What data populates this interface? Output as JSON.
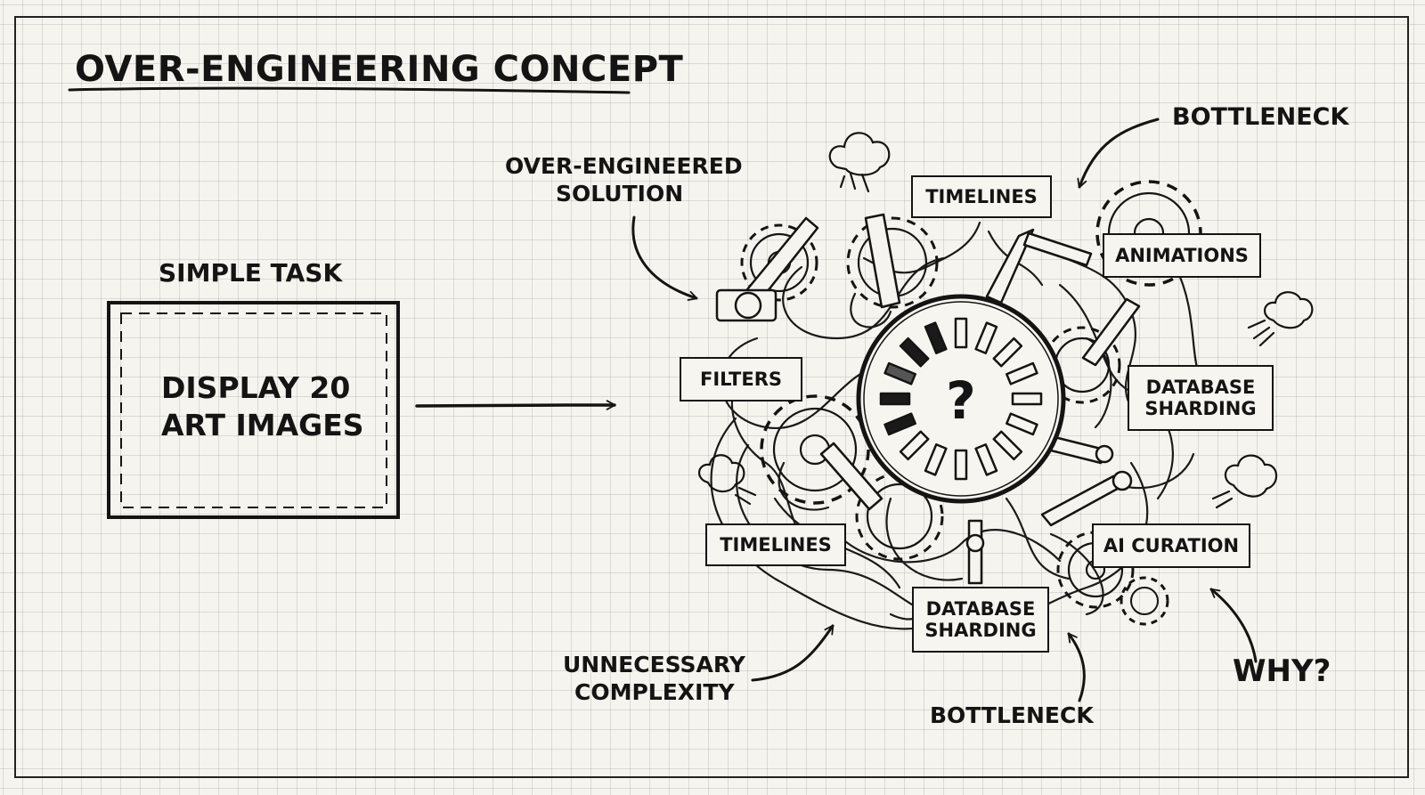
{
  "title": "OVER-ENGINEERING CONCEPT",
  "simple_task": {
    "heading": "SIMPLE TASK",
    "box_line1": "DISPLAY 20",
    "box_line2": "ART IMAGES"
  },
  "annotations": {
    "over_engineered_line1": "OVER-ENGINEERED",
    "over_engineered_line2": "SOLUTION",
    "bottleneck_top": "BOTTLENECK",
    "bottleneck_bottom": "BOTTLENECK",
    "unnecessary_line1": "UNNECESSARY",
    "unnecessary_line2": "COMPLEXITY",
    "why": "WHY?"
  },
  "machine_labels": {
    "timelines_top": "TIMELINES",
    "animations": "ANIMATIONS",
    "filters": "FILTERS",
    "database_sharding_right_1": "DATABASE",
    "database_sharding_right_2": "SHARDING",
    "timelines_bottom": "TIMELINES",
    "ai_curation": "AI CURATION",
    "database_sharding_bottom_1": "DATABASE",
    "database_sharding_bottom_2": "SHARDING"
  },
  "center_symbol": "?",
  "colors": {
    "ink": "#141414",
    "paper": "#f6f4ee",
    "grid": "#b9b7b1"
  }
}
